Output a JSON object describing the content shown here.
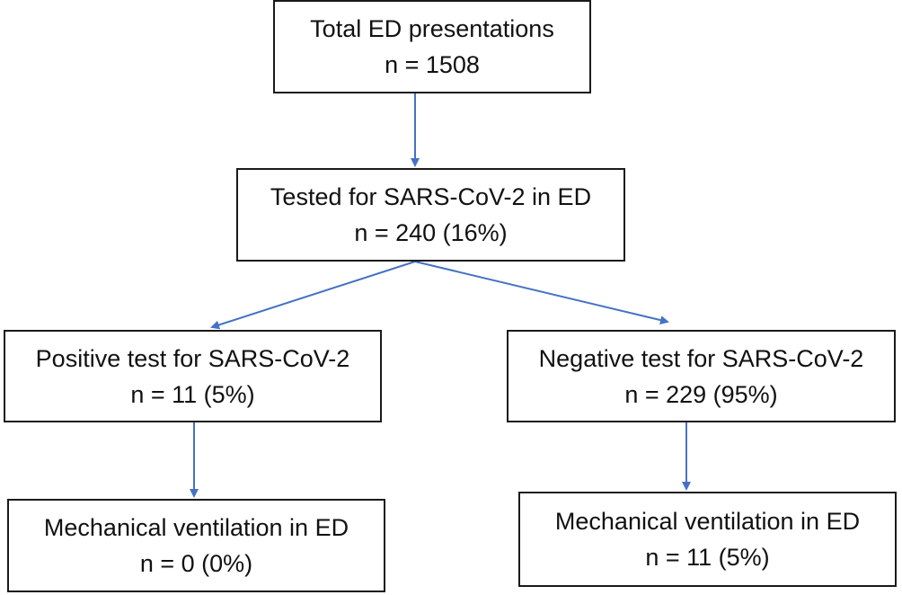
{
  "diagram": {
    "nodes": {
      "total": {
        "label": "Total ED presentations",
        "count": "n = 1508"
      },
      "tested": {
        "label": "Tested for SARS-CoV-2 in ED",
        "count": "n = 240 (16%)"
      },
      "positive": {
        "label": "Positive test for SARS-CoV-2",
        "count": "n = 11 (5%)"
      },
      "negative": {
        "label": "Negative test for SARS-CoV-2",
        "count": "n = 229 (95%)"
      },
      "mv_positive": {
        "label": "Mechanical ventilation in ED",
        "count": "n = 0 (0%)"
      },
      "mv_negative": {
        "label": "Mechanical ventilation in ED",
        "count": "n = 11 (5%)"
      }
    },
    "edges": [
      {
        "from": "total",
        "to": "tested"
      },
      {
        "from": "tested",
        "to": "positive"
      },
      {
        "from": "tested",
        "to": "negative"
      },
      {
        "from": "positive",
        "to": "mv_positive"
      },
      {
        "from": "negative",
        "to": "mv_negative"
      }
    ],
    "colors": {
      "arrow": "#4472C4",
      "box_border": "#1a1a1a",
      "text": "#111111"
    }
  }
}
